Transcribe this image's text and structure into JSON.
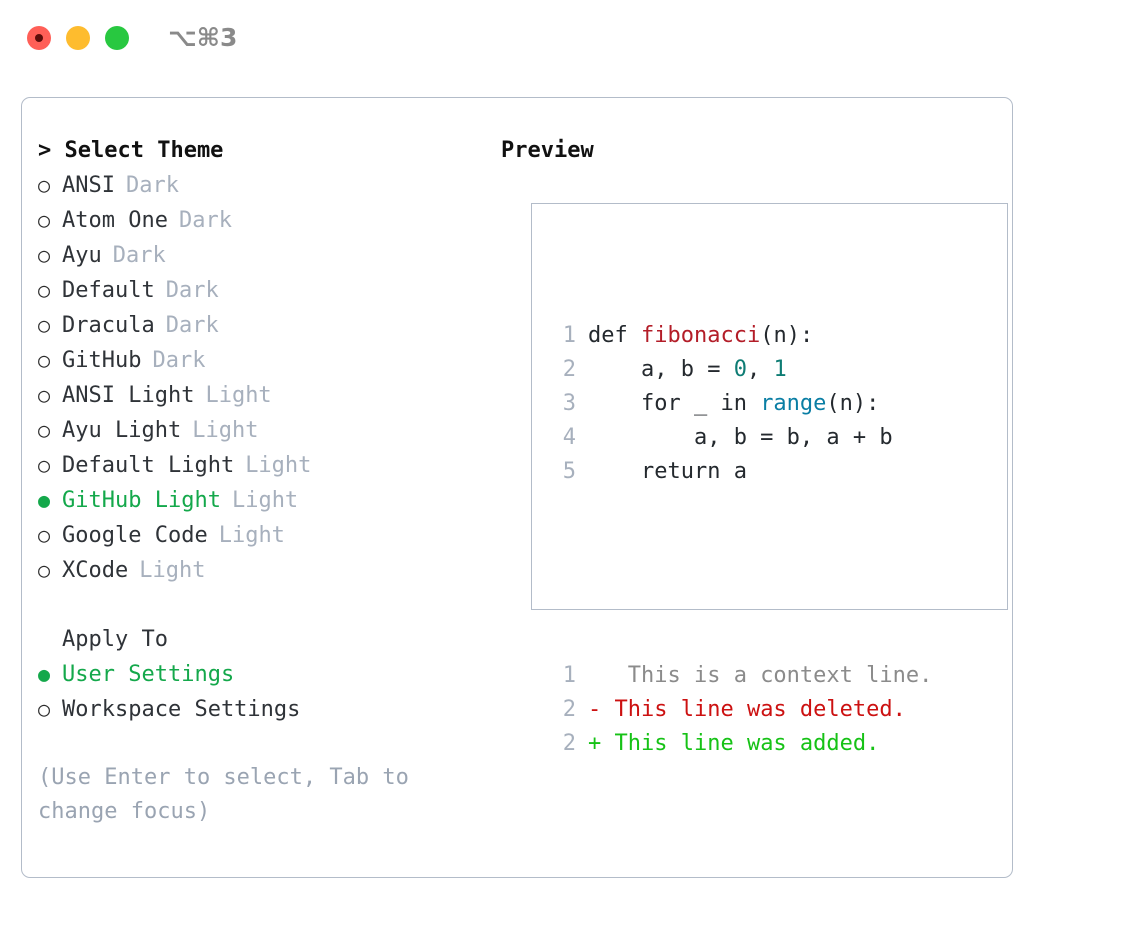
{
  "titlebar": {
    "shortcut": "⌥⌘3",
    "lights": [
      "close-red",
      "minimize-yellow",
      "zoom-green"
    ]
  },
  "theme_section": {
    "title": "> Select Theme",
    "selected": "GitHub Light",
    "selected_color": "#14a84b",
    "marker_unselected": "○",
    "marker_selected": "●",
    "items": [
      {
        "marker": "○",
        "name": "ANSI",
        "badge": "Dark",
        "selected": false
      },
      {
        "marker": "○",
        "name": "Atom One",
        "badge": "Dark",
        "selected": false
      },
      {
        "marker": "○",
        "name": "Ayu",
        "badge": "Dark",
        "selected": false
      },
      {
        "marker": "○",
        "name": "Default",
        "badge": "Dark",
        "selected": false
      },
      {
        "marker": "○",
        "name": "Dracula",
        "badge": "Dark",
        "selected": false
      },
      {
        "marker": "○",
        "name": "GitHub",
        "badge": "Dark",
        "selected": false
      },
      {
        "marker": "○",
        "name": "ANSI Light",
        "badge": "Light",
        "selected": false
      },
      {
        "marker": "○",
        "name": "Ayu Light",
        "badge": "Light",
        "selected": false
      },
      {
        "marker": "○",
        "name": "Default Light",
        "badge": "Light",
        "selected": false
      },
      {
        "marker": "●",
        "name": "GitHub Light",
        "badge": "Light",
        "selected": true
      },
      {
        "marker": "○",
        "name": "Google Code",
        "badge": "Light",
        "selected": false
      },
      {
        "marker": "○",
        "name": "XCode",
        "badge": "Light",
        "selected": false
      }
    ]
  },
  "apply_section": {
    "title": "Apply To",
    "items": [
      {
        "marker": "●",
        "name": "User Settings",
        "selected": true
      },
      {
        "marker": "○",
        "name": "Workspace Settings",
        "selected": false
      }
    ]
  },
  "hint": "(Use Enter to select, Tab to\nchange focus)",
  "preview": {
    "title": "Preview",
    "code_lines": [
      {
        "num": "1",
        "parts": [
          {
            "text": "def ",
            "tok": "plain"
          },
          {
            "text": "fibonacci",
            "tok": "fn"
          },
          {
            "text": "(n):",
            "tok": "plain"
          }
        ]
      },
      {
        "num": "2",
        "parts": [
          {
            "text": "    a, b = ",
            "tok": "plain"
          },
          {
            "text": "0",
            "tok": "num"
          },
          {
            "text": ", ",
            "tok": "plain"
          },
          {
            "text": "1",
            "tok": "num"
          }
        ]
      },
      {
        "num": "3",
        "parts": [
          {
            "text": "    for _ in ",
            "tok": "plain"
          },
          {
            "text": "range",
            "tok": "call"
          },
          {
            "text": "(n):",
            "tok": "plain"
          }
        ]
      },
      {
        "num": "4",
        "parts": [
          {
            "text": "        a, b = b, a + b",
            "tok": "plain"
          }
        ]
      },
      {
        "num": "5",
        "parts": [
          {
            "text": "    return a",
            "tok": "plain"
          }
        ]
      }
    ],
    "diff_lines": [
      {
        "num": "1",
        "sign": " ",
        "text": "  This is a context line.",
        "kind": "ctx"
      },
      {
        "num": "2",
        "sign": "-",
        "text": " This line was deleted.",
        "kind": "del"
      },
      {
        "num": "2",
        "sign": "+",
        "text": " This line was added.",
        "kind": "add"
      }
    ],
    "colors": {
      "function": "#b31d28",
      "number": "#0e7c74",
      "call": "#0a7ea4",
      "plain": "#24292e",
      "line_number": "#a7b0bd",
      "diff_context": "#8b8b8b",
      "diff_deleted": "#cc1111",
      "diff_added": "#16c216"
    }
  }
}
